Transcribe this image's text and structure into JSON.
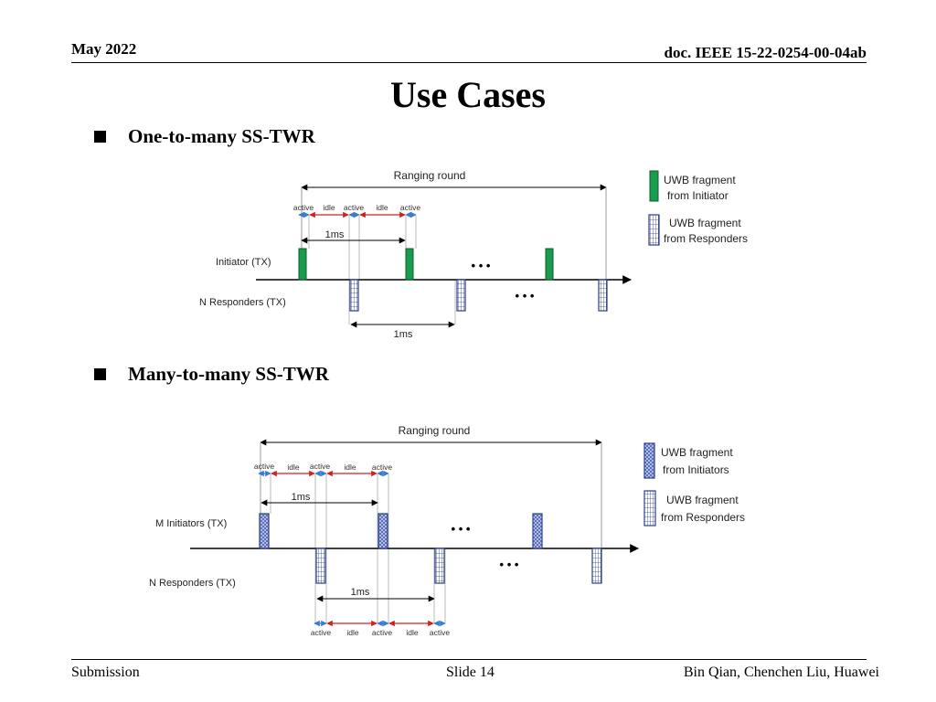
{
  "header": {
    "date": "May 2022",
    "doc_id": "doc. IEEE 15-22-0254-00-04ab"
  },
  "title": "Use Cases",
  "section1": {
    "heading": "One-to-many SS-TWR",
    "ranging_round": "Ranging round",
    "phases": [
      "active",
      "idle",
      "active",
      "idle",
      "active"
    ],
    "interval_top": "1ms",
    "interval_bottom": "1ms",
    "initiator_row": "Initiator (TX)",
    "responder_row": "N Responders (TX)",
    "ellipsis": "• • •",
    "legend_initiator": [
      "UWB fragment",
      "from Initiator"
    ],
    "legend_responder": [
      "UWB fragment",
      "from Responders"
    ],
    "colors": {
      "initiator_fragment": "#1a9c4e",
      "responder_fragment": "#2c3e8c"
    }
  },
  "section2": {
    "heading": "Many-to-many SS-TWR",
    "ranging_round": "Ranging round",
    "phases_top": [
      "active",
      "idle",
      "active",
      "idle",
      "active"
    ],
    "phases_bottom": [
      "active",
      "idle",
      "active",
      "idle",
      "active"
    ],
    "interval_top": "1ms",
    "interval_bottom": "1ms",
    "initiator_row": "M Initiators (TX)",
    "responder_row": "N Responders (TX)",
    "ellipsis": "• • •",
    "legend_initiator": [
      "UWB fragment",
      "from Initiators"
    ],
    "legend_responder": [
      "UWB fragment",
      "from Responders"
    ],
    "colors": {
      "initiator_fragment": "#4a5fb5",
      "responder_fragment": "#2c3e8c"
    }
  },
  "footer": {
    "left": "Submission",
    "center": "Slide 14",
    "right": "Bin Qian, Chenchen Liu, Huawei"
  }
}
